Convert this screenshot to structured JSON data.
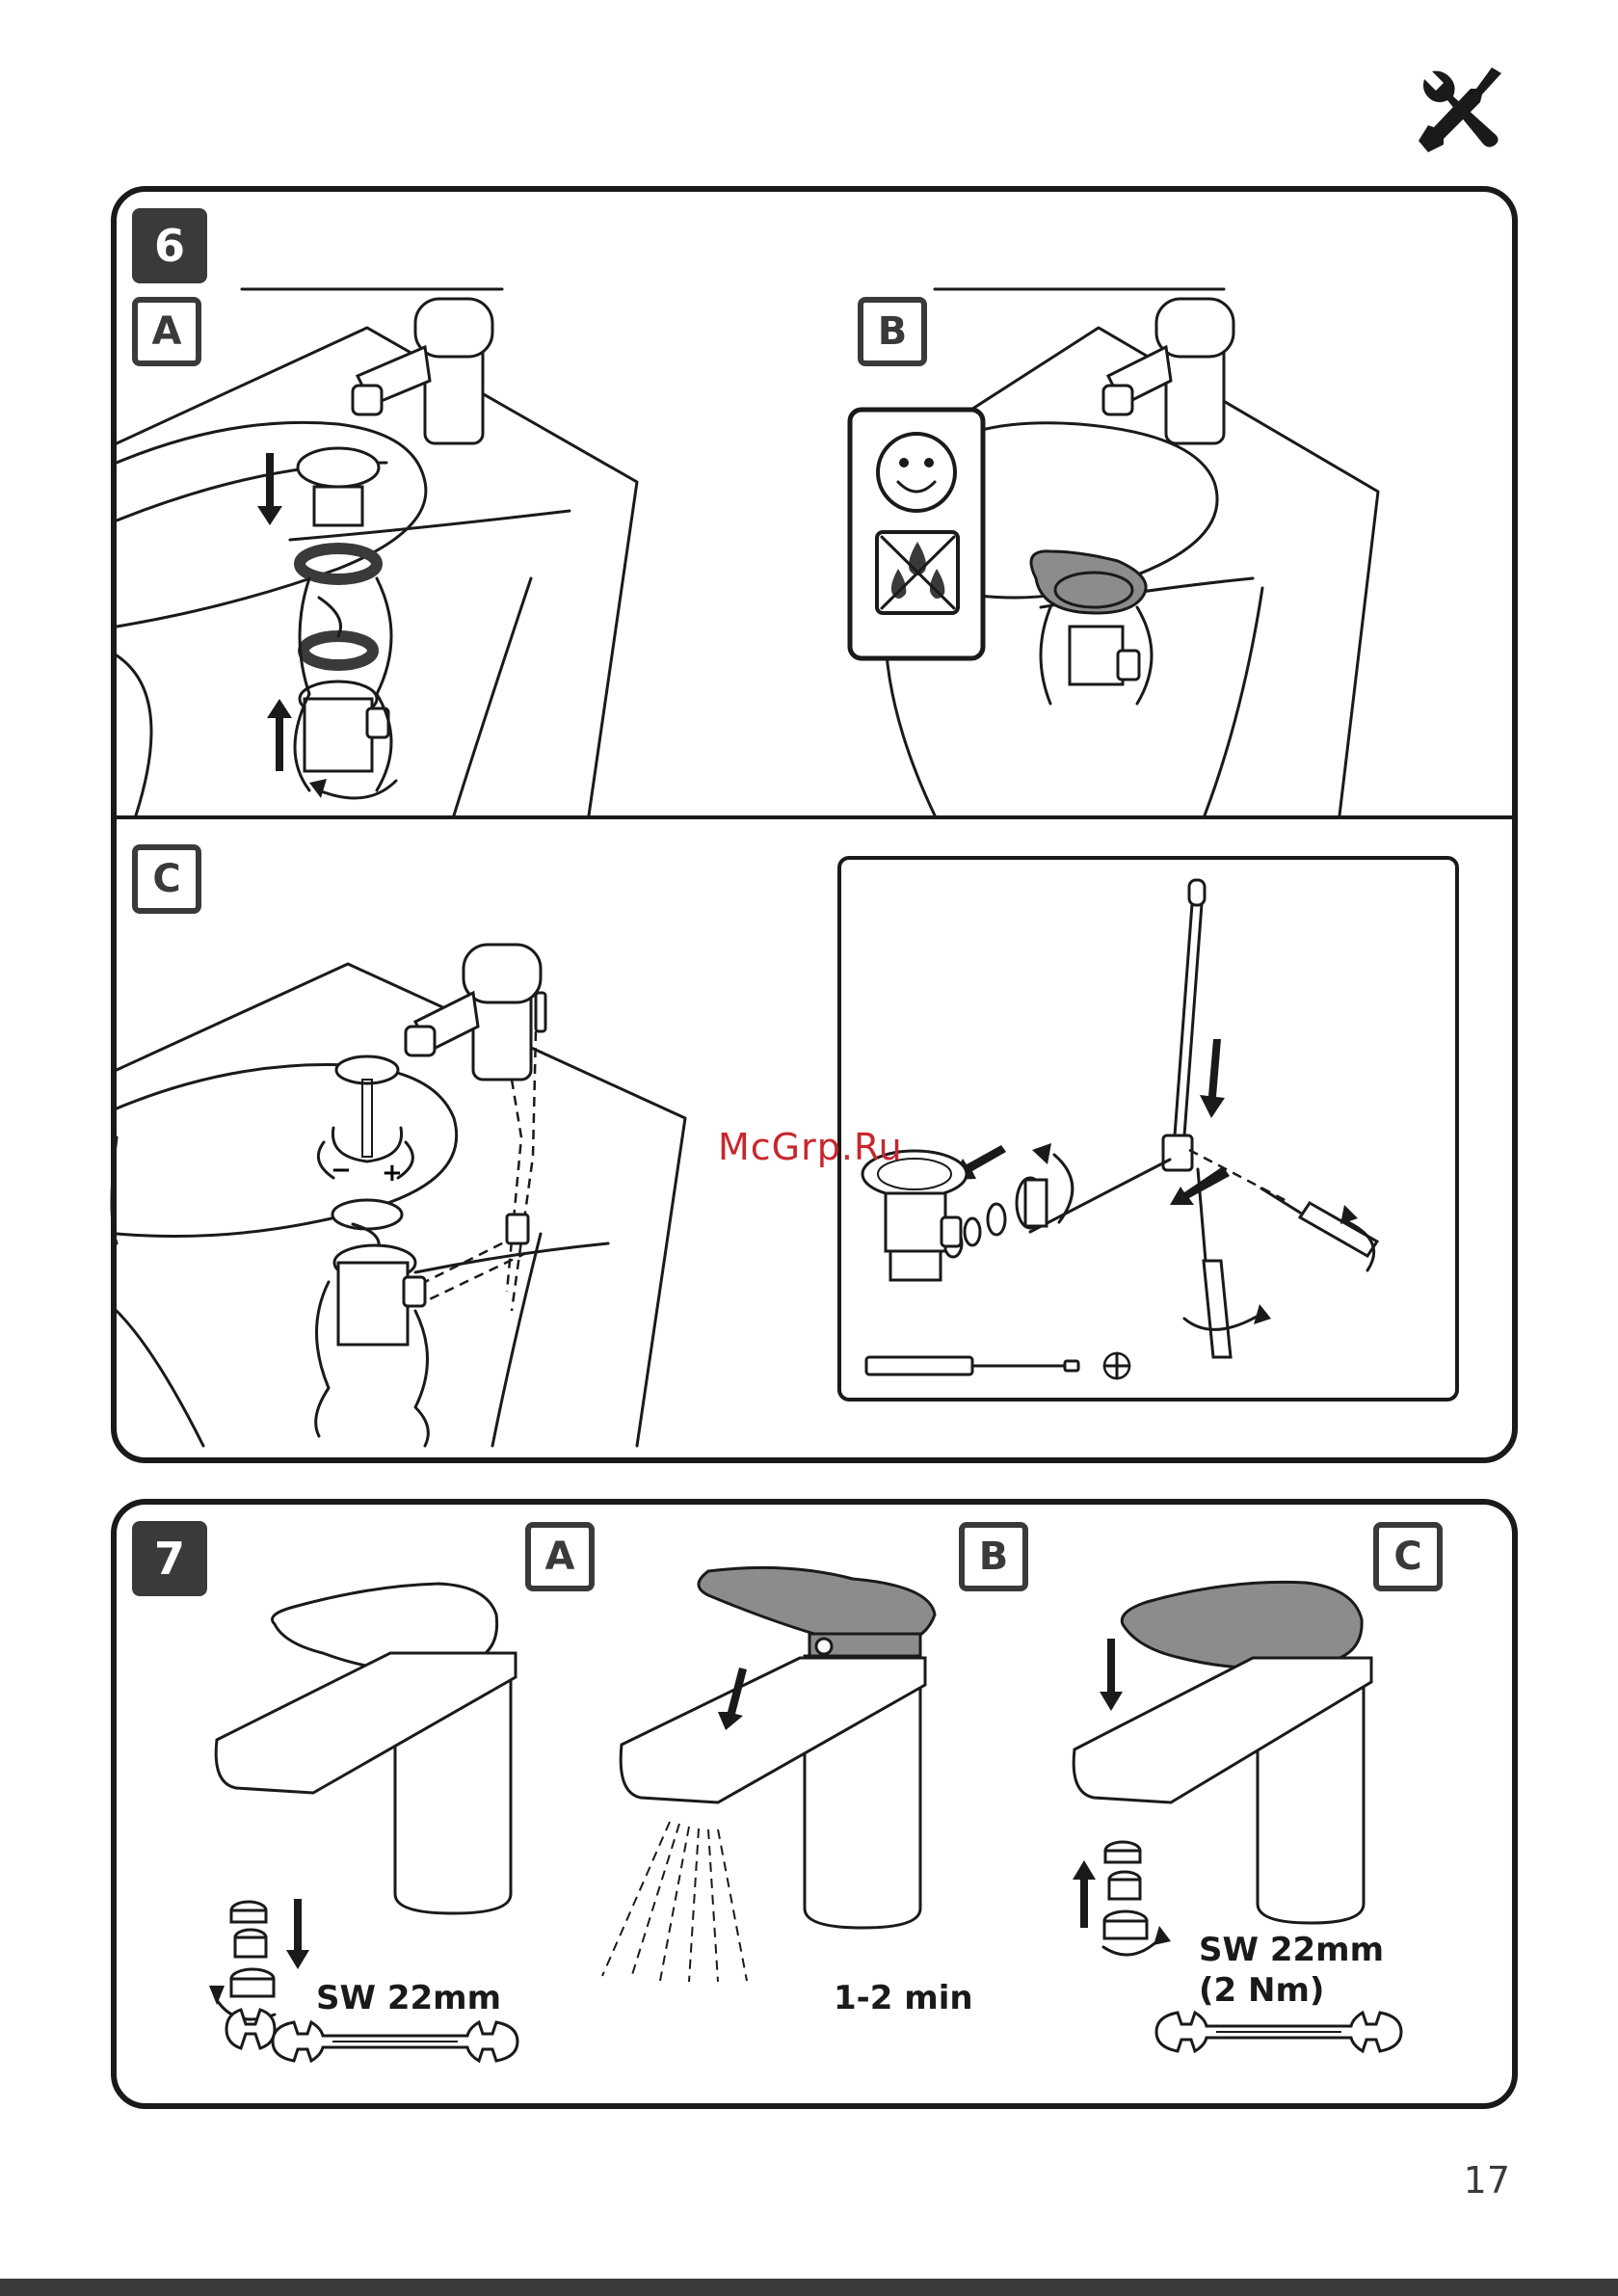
{
  "page": {
    "number": "17",
    "watermark": "McGrp.Ru"
  },
  "icons": {
    "header": "wrench-screwdriver-icon"
  },
  "steps": [
    {
      "badge": "6",
      "panels": [
        {
          "letter": "A"
        },
        {
          "letter": "B"
        },
        {
          "letter": "C"
        }
      ]
    },
    {
      "badge": "7",
      "panels": [
        {
          "letter": "A",
          "label": "SW 22mm"
        },
        {
          "letter": "B",
          "label": "1-2 min"
        },
        {
          "letter": "C",
          "label_line1": "SW 22mm",
          "label_line2": "(2 Nm)"
        }
      ]
    }
  ],
  "inset": {
    "minus": "−",
    "plus": "+"
  },
  "colors": {
    "ink": "#1a1a1a",
    "badge": "#3a3a3a",
    "watermark": "#c8272d",
    "part_fill": "#8c8c8c"
  }
}
